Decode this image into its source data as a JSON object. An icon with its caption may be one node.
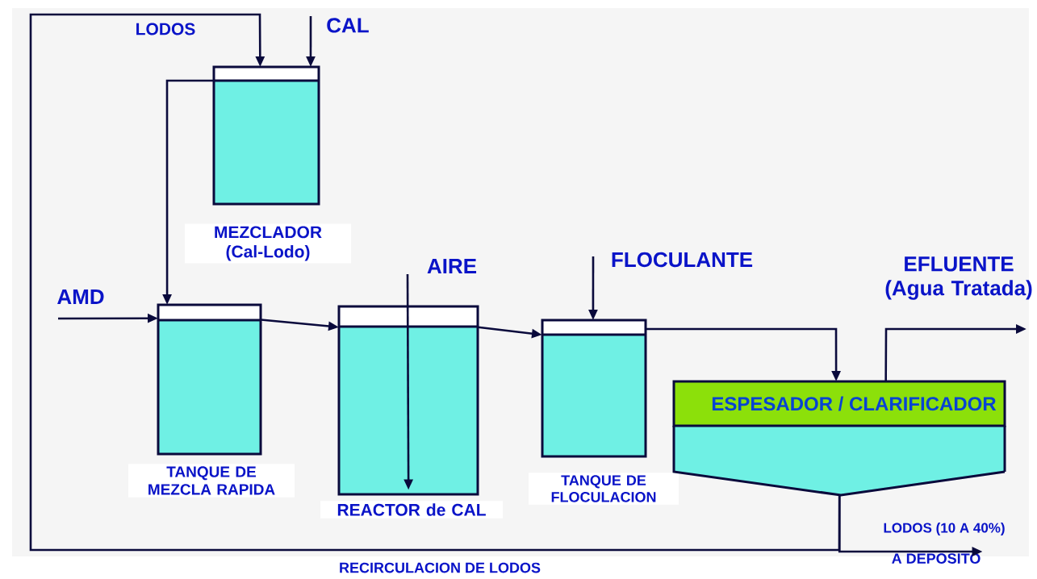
{
  "diagram": {
    "nodes": [
      {
        "text": [
          "MEZCLADOR (Cal-Lodo)"
        ]
      },
      {
        "text": [
          "TANQUE DE MEZCLA RAPIDA"
        ]
      },
      {
        "text": [
          "REACTOR de CAL"
        ]
      },
      {
        "text": [
          "TANQUE DE FLOCULACION"
        ]
      },
      {
        "text": [
          "ESPESADOR / CLARIFICADOR"
        ]
      },
      {
        "text": [
          "A DEPOSITO"
        ]
      }
    ],
    "edges": [
      {
        "from": 4,
        "to": 0,
        "arrow": "to"
      },
      {
        "from": null,
        "to": 0,
        "arrow": "to",
        "label": "CAL"
      },
      {
        "from": 0,
        "to": 1,
        "arrow": "to"
      },
      {
        "from": null,
        "to": 1,
        "arrow": "to",
        "label": "AMD"
      },
      {
        "from": 1,
        "to": 2,
        "arrow": "to"
      },
      {
        "from": null,
        "to": 2,
        "arrow": "to",
        "label": "AIRE"
      },
      {
        "from": 2,
        "to": 3,
        "arrow": "to"
      },
      {
        "from": null,
        "to": 3,
        "arrow": "to",
        "label": "FLOCULANTE"
      },
      {
        "from": 3,
        "to": 4,
        "arrow": "to"
      },
      {
        "from": 4,
        "to": null,
        "arrow": "to",
        "label": "EFLUENTE (Agua Tratada)"
      },
      {
        "from": 4,
        "to": 5,
        "arrow": "to",
        "label": "LODOS (10 A 40%)"
      }
    ],
    "labels": [
      "LODOS",
      "RECIRCULACION DE LODOS"
    ]
  }
}
